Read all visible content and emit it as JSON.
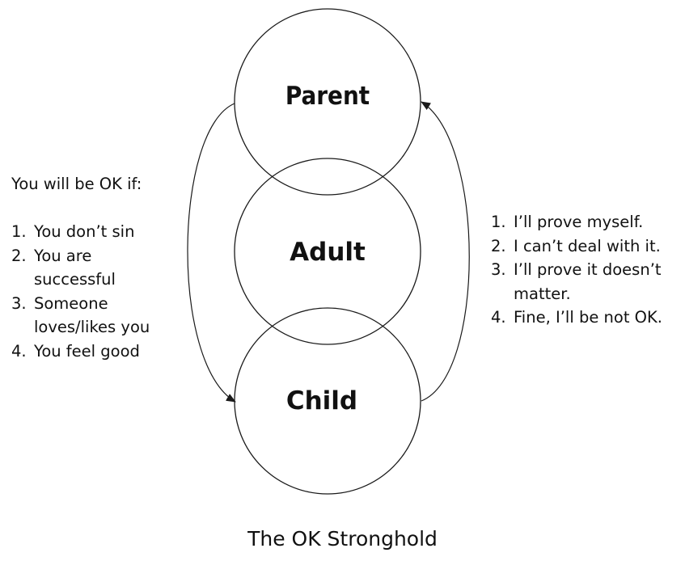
{
  "diagram": {
    "ego_states": [
      {
        "id": "parent",
        "label": "Parent"
      },
      {
        "id": "adult",
        "label": "Adult"
      },
      {
        "id": "child",
        "label": "Child"
      }
    ]
  },
  "left_panel": {
    "heading": "You will be OK if:",
    "items": [
      {
        "num": "1.",
        "text": "You don’t sin"
      },
      {
        "num": "2.",
        "text": "You are successful"
      },
      {
        "num": "3.",
        "text": "Someone loves/likes you"
      },
      {
        "num": "4.",
        "text": "You feel good"
      }
    ]
  },
  "right_panel": {
    "items": [
      {
        "num": "1.",
        "text": "I’ll prove myself."
      },
      {
        "num": "2.",
        "text": "I can’t deal with it."
      },
      {
        "num": "3.",
        "text": "I’ll prove it doesn’t matter."
      },
      {
        "num": "4.",
        "text": "Fine, I’ll be not OK."
      }
    ]
  },
  "caption": "The OK Stronghold"
}
